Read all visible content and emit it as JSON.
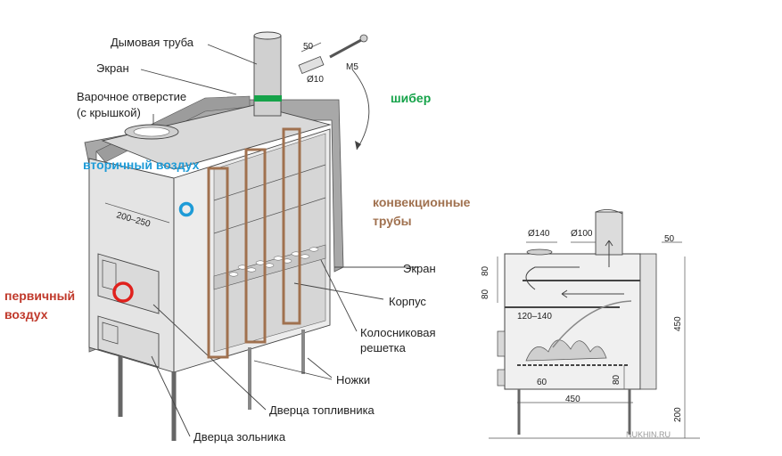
{
  "left_labels": {
    "chimney": "Дымовая труба",
    "screen_top": "Экран",
    "cooking_hole_1": "Варочное отверстие",
    "cooking_hole_2": "(с крышкой)",
    "screen_right": "Экран",
    "body": "Корпус",
    "grate_1": "Колосниковая",
    "grate_2": "решетка",
    "legs": "Ножки",
    "fuel_door": "Дверца топливника",
    "ash_door": "Дверца зольника",
    "dim_200_250": "200–250"
  },
  "bolt_detail": {
    "len": "50",
    "dia": "Ø10",
    "thread": "М5"
  },
  "annotations": {
    "damper": "шибер",
    "secondary_air": "вторичный воздух",
    "convection_1": "конвекционные",
    "convection_2": "трубы",
    "primary_1": "первичный",
    "primary_2": "воздух"
  },
  "section_dims": {
    "d140": "Ø140",
    "d100": "Ø100",
    "d50": "50",
    "d80a": "80",
    "d80b": "80",
    "d120_140": "120–140",
    "d450v": "450",
    "d80c": "80",
    "d60": "60",
    "d450h": "450",
    "d200": "200"
  },
  "watermark": "NUKHIN.RU",
  "colors": {
    "damper": "#16a34a",
    "secondary_air": "#1e9bd7",
    "primary_air": "#e0211d",
    "convection": "#a0714f",
    "primary_text": "#c0392b",
    "convection_text": "#a0714f"
  }
}
